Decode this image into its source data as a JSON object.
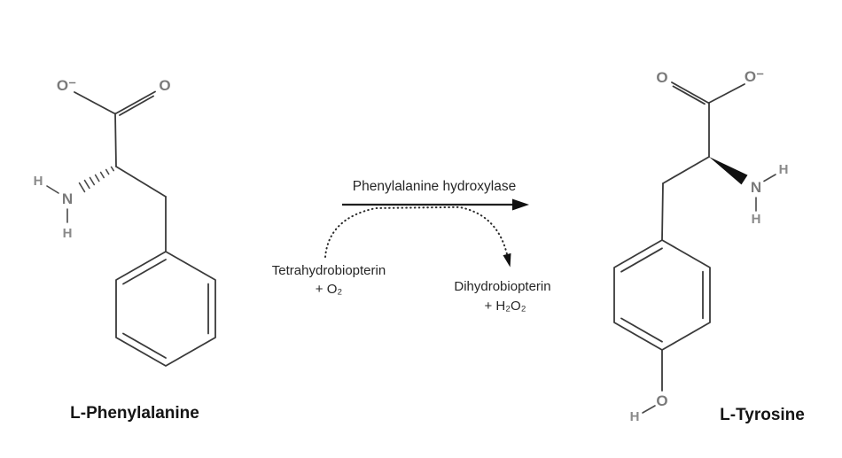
{
  "diagram": {
    "background": "#ffffff",
    "reaction": {
      "enzyme": "Phenylalanine hydroxylase",
      "substrate": "L-Phenylalanine",
      "product": "L-Tyrosine",
      "cofactor_in_line1": "Tetrahydrobiopterin",
      "cofactor_in_line2": "+ O₂",
      "cofactor_out_line1": "Dihydrobiopterin",
      "cofactor_out_line2": "+ H₂O₂"
    },
    "atoms": {
      "oxygen_minus": "O⁻",
      "oxygen": "O",
      "nitrogen": "N",
      "hydrogen": "H"
    },
    "colors": {
      "bond": "#3a3a3a",
      "atom_label": "#7a7a7a",
      "arrow": "#1f1f1f",
      "annotation_text": "#262626",
      "molecule_label": "#141414"
    }
  }
}
